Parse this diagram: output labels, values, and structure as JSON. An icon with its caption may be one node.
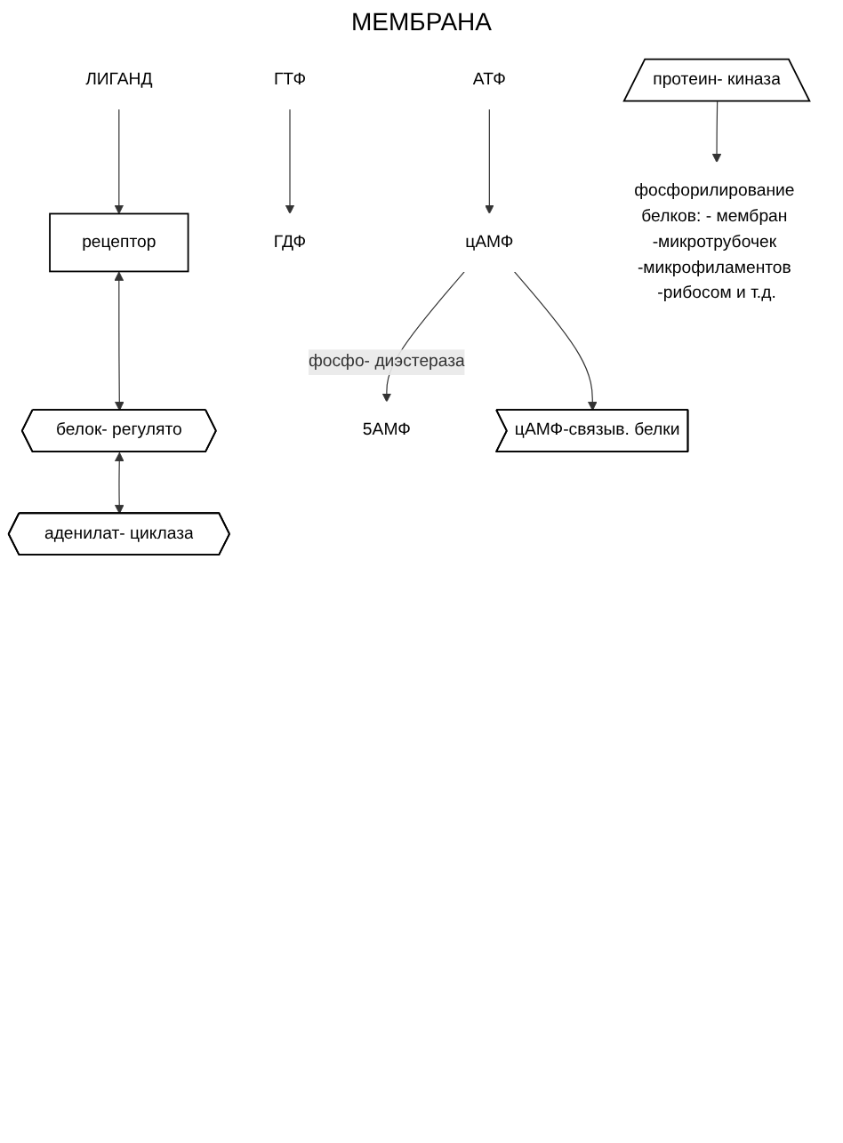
{
  "diagram": {
    "nodes": [
      {
        "text": [
          "ЛИГАНД"
        ]
      },
      {
        "text": [
          "рецептор"
        ]
      },
      {
        "text": [
          "белок- регулято"
        ]
      },
      {
        "text": [
          "аденилат- циклаза"
        ]
      },
      {
        "text": [
          "ГТФ"
        ]
      },
      {
        "text": [
          "ГДФ"
        ]
      },
      {
        "text": [
          "АТФ"
        ]
      },
      {
        "text": [
          "цАМФ"
        ]
      },
      {
        "text": [
          "5АМФ"
        ]
      },
      {
        "text": [
          "цАМФ-связыв. белки"
        ]
      },
      {
        "text": [
          "протеин- киназа"
        ]
      },
      {
        "text": [
          "фосфорилирование белков: - мембран -микротрубочек -микрофиламентов -рибосом и т.д."
        ]
      }
    ],
    "edges": [
      {
        "from": 0,
        "to": 1,
        "arrow": "to"
      },
      {
        "from": 1,
        "to": 2,
        "arrow": "both"
      },
      {
        "from": 2,
        "to": 3,
        "arrow": "both"
      },
      {
        "from": 4,
        "to": 5,
        "arrow": "to"
      },
      {
        "from": 6,
        "to": 7,
        "arrow": "to"
      },
      {
        "from": 7,
        "to": 8,
        "label": "фосфо- диэстераза",
        "arrow": "to"
      },
      {
        "from": 7,
        "to": 9,
        "arrow": "to"
      },
      {
        "from": 10,
        "to": 11,
        "arrow": "to"
      }
    ],
    "labels": [
      "МЕМБРАНА"
    ]
  }
}
